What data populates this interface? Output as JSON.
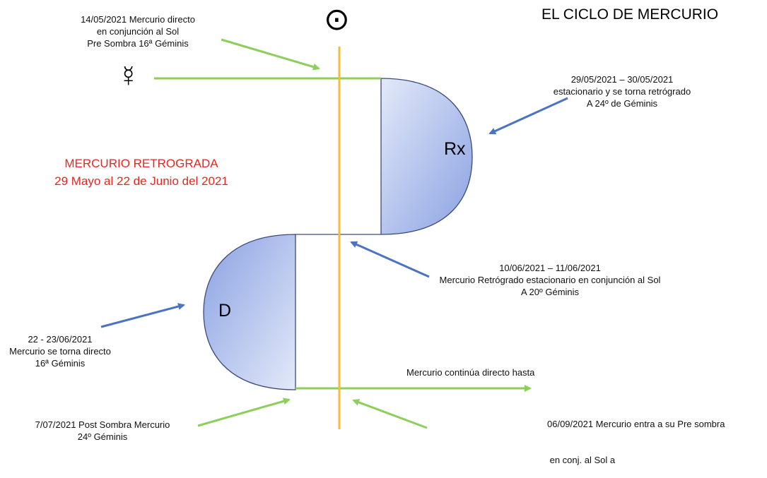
{
  "title": "EL CICLO DE MERCURIO",
  "sun_symbol": "⊙",
  "mercury_symbol": "☿",
  "retrograde_banner": {
    "line1": "MERCURIO RETROGRADA",
    "line2": "29 Mayo al 22 de Junio del 2021"
  },
  "shape_labels": {
    "rx": "Rx",
    "d": "D"
  },
  "annotations": {
    "conjunction": [
      "14/05/2021 Mercurio directo",
      "en conjunción al Sol",
      "Pre Sombra 16ª Géminis"
    ],
    "station_retro": [
      "29/05/2021 – 30/05/2021",
      "estacionario  y se torna retrógrado",
      "A 24º de Géminis"
    ],
    "retro_conj": [
      "10/06/2021 – 11/06/2021",
      "Mercurio Retrógrado estacionario en conjunción al Sol",
      "A 20º Géminis"
    ],
    "station_direct": [
      "22 - 23/06/2021",
      "Mercurio se torna directo",
      "16ª Géminis"
    ],
    "continues": "Mercurio continúa directo hasta",
    "pre_shadow": [
      "06/09/2021 Mercurio entra a su Pre sombra",
      " en conj. al Sol a"
    ],
    "post_shadow": [
      "7/07/2021 Post Sombra  Mercurio",
      "24º Géminis"
    ]
  },
  "colors": {
    "sun_axis": "#f6bb3a",
    "green_arrow": "#8ccf5a",
    "blue_arrow": "#4a73c4",
    "retro_text": "#e8261f",
    "shape_light": "#dfe6f8",
    "shape_dark": "#8ea5e4",
    "shape_stroke": "#3c4a7a"
  }
}
